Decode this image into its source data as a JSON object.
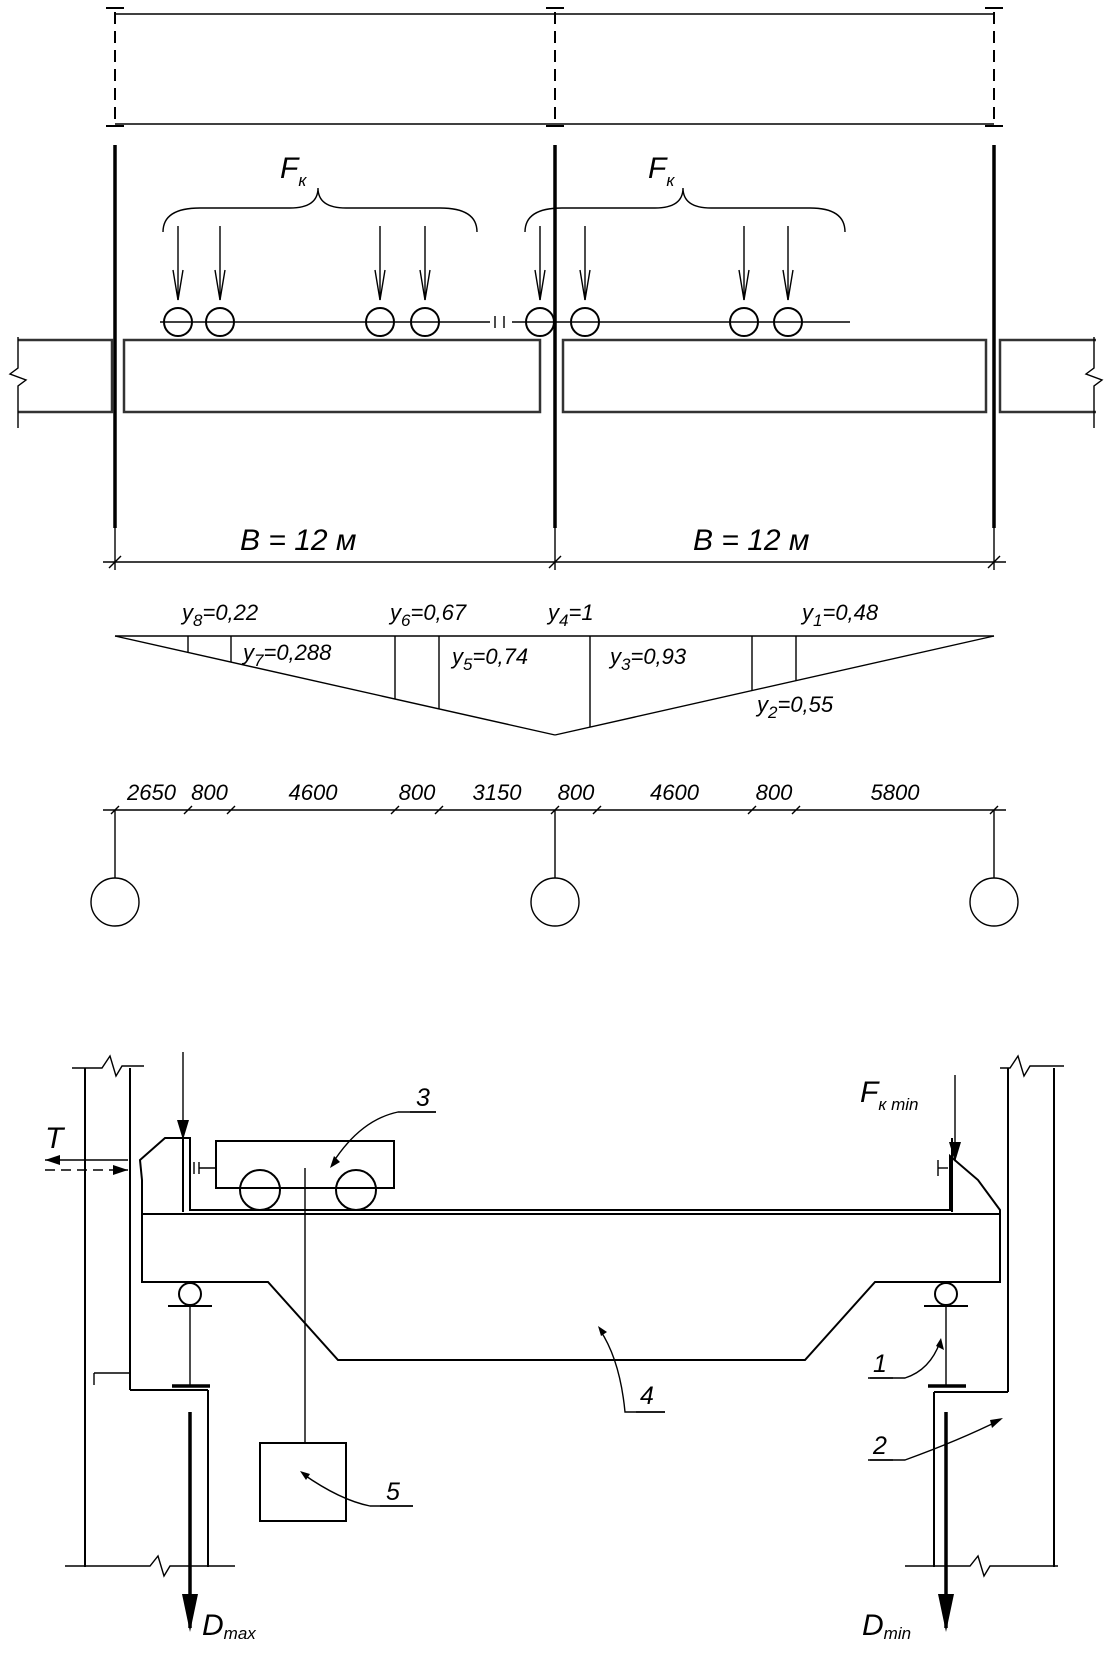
{
  "plan": {
    "load_label_left": {
      "main": "F",
      "sub": "к"
    },
    "load_label_right": {
      "main": "F",
      "sub": "к"
    },
    "span_left": "B = 12 м",
    "span_right": "B = 12 м"
  },
  "influence_line": {
    "ordinates": [
      {
        "name": "y",
        "index": "8",
        "value": "=0,22"
      },
      {
        "name": "y",
        "index": "7",
        "value": "=0,288"
      },
      {
        "name": "y",
        "index": "6",
        "value": "=0,67"
      },
      {
        "name": "y",
        "index": "5",
        "value": "=0,74"
      },
      {
        "name": "y",
        "index": "4",
        "value": "=1"
      },
      {
        "name": "y",
        "index": "3",
        "value": "=0,93"
      },
      {
        "name": "y",
        "index": "2",
        "value": "=0,55"
      },
      {
        "name": "y",
        "index": "1",
        "value": "=0,48"
      }
    ],
    "dimensions": [
      "2650",
      "800",
      "4600",
      "800",
      "3150",
      "800",
      "4600",
      "800",
      "5800"
    ]
  },
  "section": {
    "T": "T",
    "fk_min": {
      "main": "F",
      "sub": "к min"
    },
    "d_max": {
      "main": "D",
      "sub": "max"
    },
    "d_min": {
      "main": "D",
      "sub": "min"
    },
    "callouts": [
      "1",
      "2",
      "3",
      "4",
      "5"
    ]
  }
}
